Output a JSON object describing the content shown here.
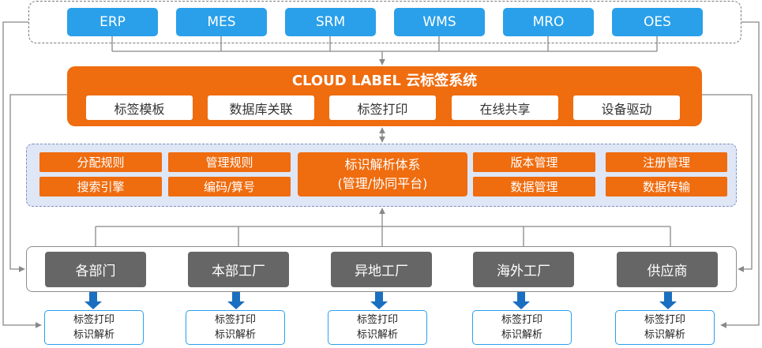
{
  "systems": [
    "ERP",
    "MES",
    "SRM",
    "WMS",
    "MRO",
    "OES"
  ],
  "cloud": {
    "title": "CLOUD LABEL 云标签系统",
    "modules": [
      "标签模板",
      "数据库关联",
      "标签打印",
      "在线共享",
      "设备驱动"
    ]
  },
  "parse": {
    "left": [
      "分配规则",
      "管理规则",
      "搜索引擎",
      "编码/算号"
    ],
    "center_line1": "标识解析体系",
    "center_line2": "(管理/协同平台)",
    "right": [
      "版本管理",
      "注册管理",
      "数据管理",
      "数据传输"
    ]
  },
  "sites": [
    "各部门",
    "本部工厂",
    "异地工厂",
    "海外工厂",
    "供应商"
  ],
  "outputs": {
    "line1": "标签打印",
    "line2": "标识解析"
  },
  "colors": {
    "blue": "#2aa0ea",
    "orange": "#ef6c0f",
    "gray": "#666666",
    "lightblue": "#dfe6f5",
    "arrow": "#1a6fc0"
  }
}
